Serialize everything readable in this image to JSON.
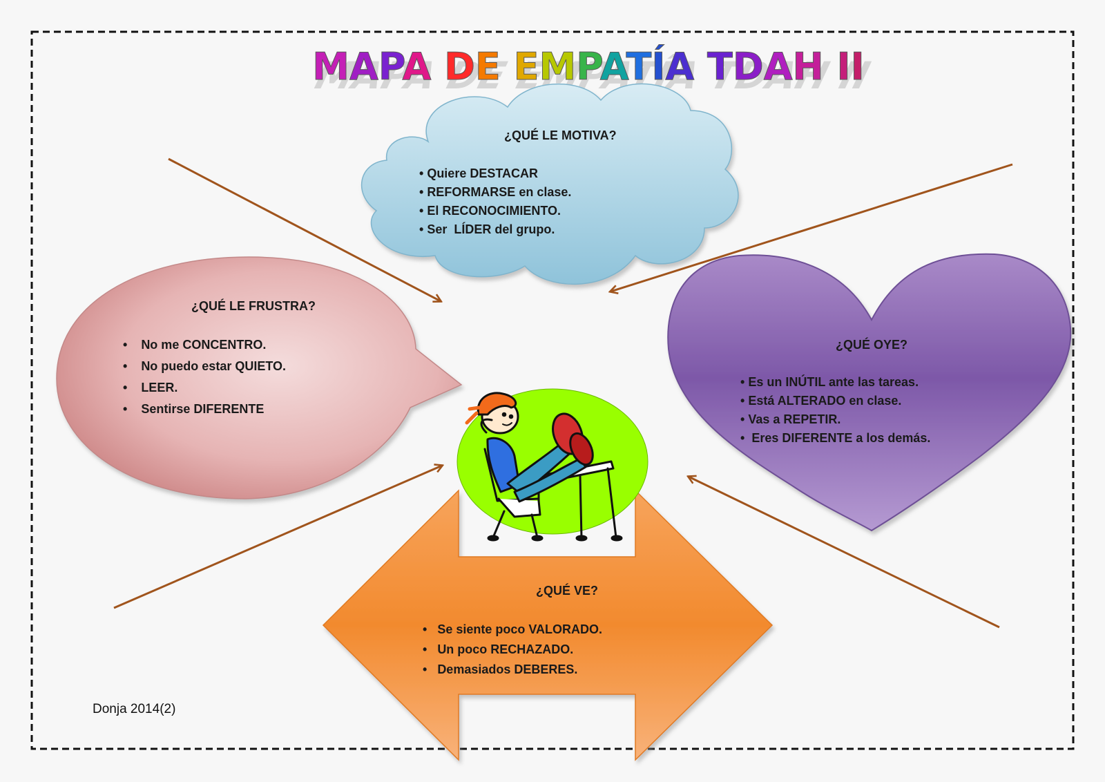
{
  "title": {
    "text": "MAPA DE EMPATÍA TDAH II",
    "letter_colors": [
      "#c41fb6",
      "#a01ec4",
      "#7a22d0",
      "#e0188a",
      "#ff2a2a",
      "#f57a00",
      "#e0a800",
      "#b7c800",
      "#38b44a",
      "#11a3a0",
      "#1f6fe0",
      "#2450d0",
      "#4b2fd0",
      "#6a22d0",
      "#8b1ec8",
      "#b01ec0",
      "#c41f9a",
      "#c41f7a",
      "#c41f6a",
      "#c41f5a",
      "#c41f4a",
      "#c41f3a",
      "#c41f2a"
    ]
  },
  "sections": {
    "motiva": {
      "heading": "¿QUÉ LE MOTIVA?",
      "items": [
        "Quiere DESTACAR",
        "REFORMARSE en clase.",
        "El RECONOCIMIENTO.",
        "Ser  LÍDER del grupo."
      ],
      "shape": "cloud",
      "color": "#a9d3e4"
    },
    "frustra": {
      "heading": "¿QUÉ LE FRUSTRA?",
      "items": [
        "No me CONCENTRO.",
        "No puedo estar QUIETO.",
        "LEER.",
        "Sentirse DIFERENTE"
      ],
      "shape": "speech-bubble",
      "color": "#dea3a3"
    },
    "oye": {
      "heading": "¿QUÉ OYE?",
      "items": [
        "Es un INÚTIL ante las tareas.",
        "Está ALTERADO en clase.",
        "Vas a REPETIR.",
        " Eres DIFERENTE a los demás."
      ],
      "shape": "heart",
      "color": "#8e6ab0"
    },
    "ve": {
      "heading": "¿QUÉ VE?",
      "items": [
        "Se siente poco VALORADO.",
        "Un poco RECHAZADO.",
        "Demasiados DEBERES."
      ],
      "shape": "double-arrow",
      "color": "#f28a35"
    }
  },
  "center": {
    "icon": "student-at-desk-icon",
    "bg_color": "#99ff00"
  },
  "arrow_color": "#a0541c",
  "border_style": "dashed",
  "credit": "Donja 2014(2)"
}
